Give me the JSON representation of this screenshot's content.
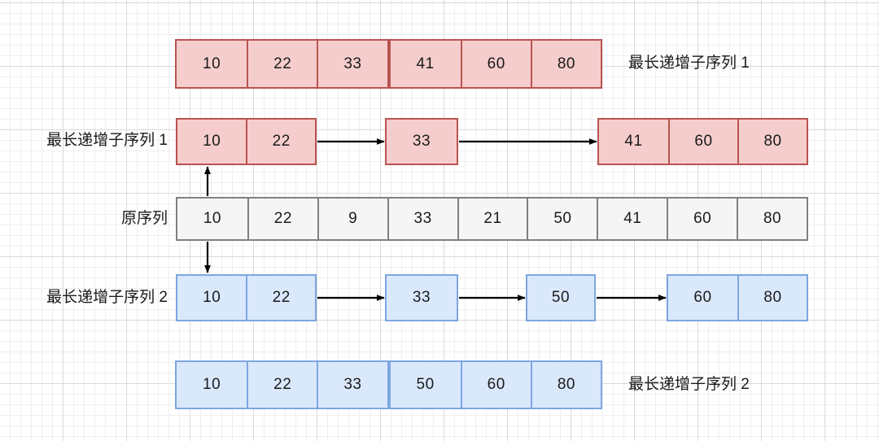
{
  "diagram": {
    "title_hidden": "",
    "colors": {
      "pink_fill": "#f5cdcd",
      "pink_stroke": "#b85450",
      "blue_fill": "#dae8fc",
      "blue_stroke": "#7ea6e0",
      "grey_fill": "#f5f5f5",
      "grey_stroke": "#808080",
      "arrow": "#000000",
      "grid_minor": "#efefef",
      "grid_major": "#d9d9d9"
    },
    "labels": {
      "lis1": "最长递增子序列 1",
      "lis2": "最长递增子序列 2",
      "original": "原序列"
    },
    "rows": {
      "result_top": {
        "label": "最长递增子序列 1",
        "values": [
          "10",
          "22",
          "33",
          "41",
          "60",
          "80"
        ]
      },
      "chain_top": {
        "label": "最长递增子序列 1",
        "groups": [
          [
            "10",
            "22"
          ],
          [
            "33"
          ],
          [
            "41",
            "60",
            "80"
          ]
        ]
      },
      "original": {
        "label": "原序列",
        "values": [
          "10",
          "22",
          "9",
          "33",
          "21",
          "50",
          "41",
          "60",
          "80"
        ]
      },
      "chain_bottom": {
        "label": "最长递增子序列 2",
        "groups": [
          [
            "10",
            "22"
          ],
          [
            "33"
          ],
          [
            "50"
          ],
          [
            "60",
            "80"
          ]
        ]
      },
      "result_bottom": {
        "label": "最长递增子序列 2",
        "values": [
          "10",
          "22",
          "33",
          "50",
          "60",
          "80"
        ]
      }
    }
  }
}
